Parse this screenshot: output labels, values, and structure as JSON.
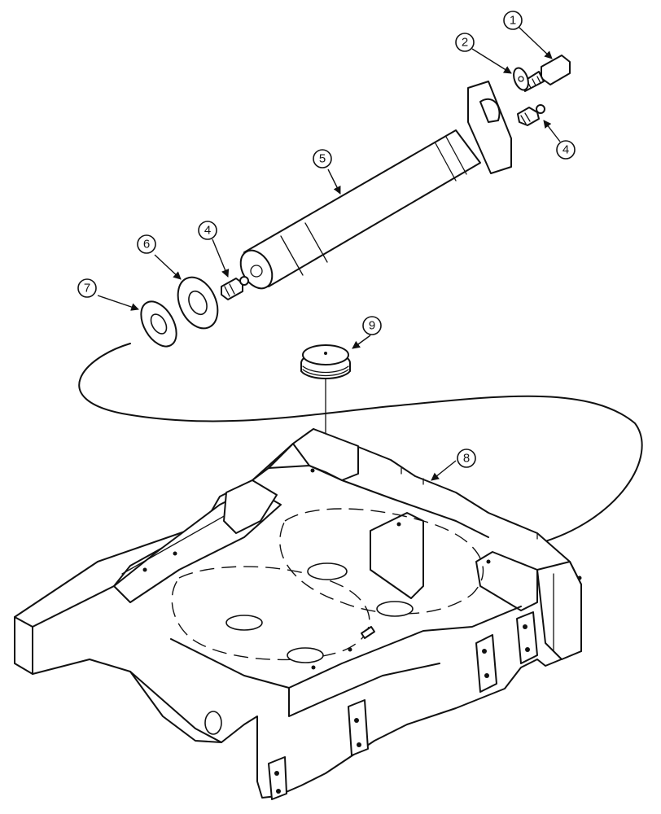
{
  "diagram": {
    "callouts": [
      {
        "id": "callout-1",
        "label": "1"
      },
      {
        "id": "callout-2",
        "label": "2"
      },
      {
        "id": "callout-4a",
        "label": "4"
      },
      {
        "id": "callout-4b",
        "label": "4"
      },
      {
        "id": "callout-5",
        "label": "5"
      },
      {
        "id": "callout-6",
        "label": "6"
      },
      {
        "id": "callout-7",
        "label": "7"
      },
      {
        "id": "callout-8",
        "label": "8"
      },
      {
        "id": "callout-9",
        "label": "9"
      }
    ],
    "parts": {
      "bolt": "hex-bolt",
      "washer": "flat-washer",
      "grease_fitting": "grease-fitting",
      "pivot_pin": "pivot-pin",
      "thrust_washer": "thrust-washer",
      "shim_washer": "shim-washer",
      "support_casting": "front-axle-support",
      "plug": "expansion-plug"
    },
    "line_color": "#111111",
    "background": "#ffffff"
  }
}
